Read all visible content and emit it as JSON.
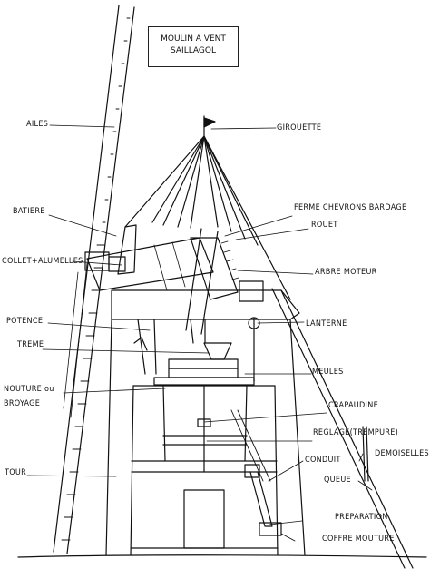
{
  "title": {
    "line1": "MOULIN A VENT",
    "line2": "SAILLAGOL"
  },
  "labels": {
    "ailes": "AILES",
    "girouette": "GIROUETTE",
    "batiere": "BATIERE",
    "ferme": "FERME CHEVRONS BARDAGE",
    "rouet": "ROUET",
    "collet": "COLLET+ALUMELLES",
    "arbre": "ARBRE MOTEUR",
    "potence": "POTENCE",
    "lanterne": "LANTERNE",
    "treme": "TREME",
    "meules": "MEULES",
    "nouture": "NOUTURE ou",
    "broyage": "BROYAGE",
    "crapaudine": "CRAPAUDINE",
    "reglage": "REGLAGE(TREMPURE)",
    "demoiselles": "DEMOISELLES",
    "tour": "TOUR",
    "conduit": "CONDUIT",
    "queue": "QUEUE",
    "preparation": "PREPARATION",
    "coffre": "COFFRE MOUTURE"
  }
}
